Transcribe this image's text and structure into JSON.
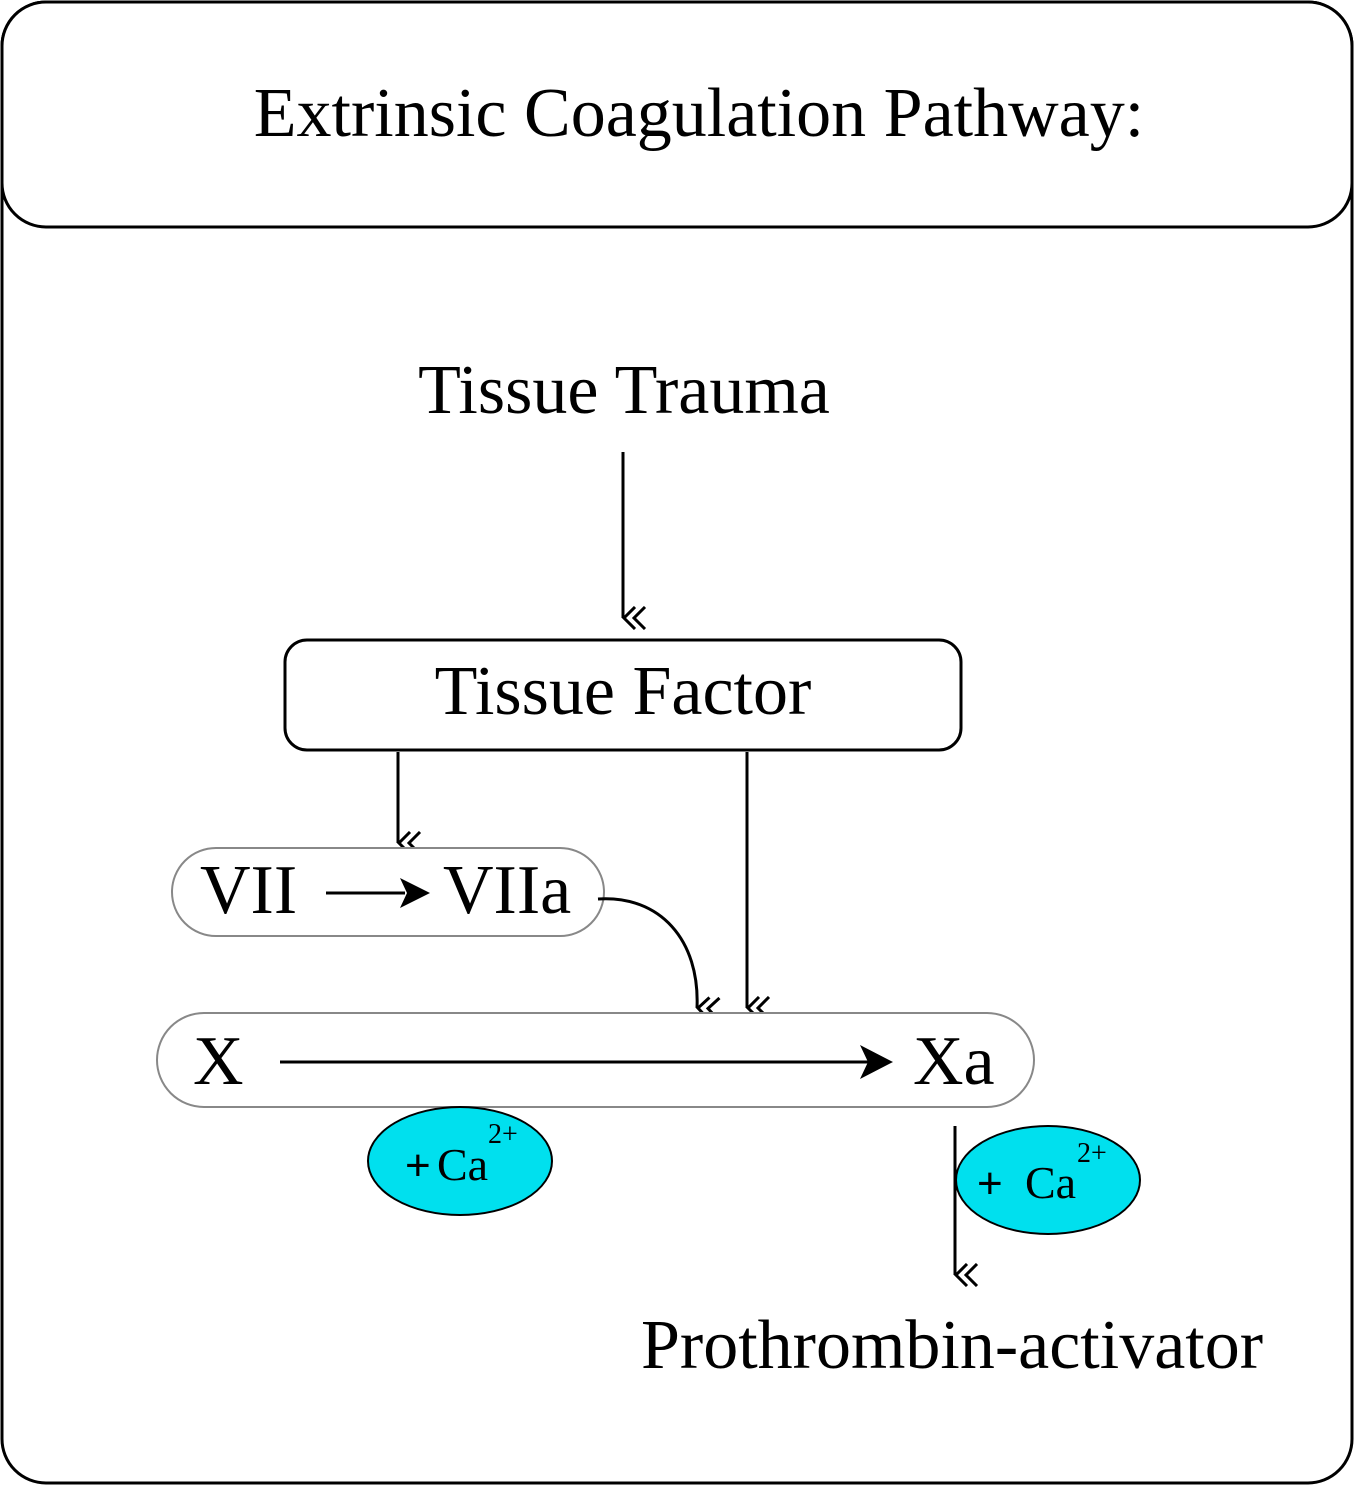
{
  "title": "Extrinsic Coagulation Pathway:",
  "nodes": {
    "tissue_trauma": "Tissue Trauma",
    "tissue_factor": "Tissue Factor",
    "vii": "VII",
    "viia": "VIIa",
    "x": "X",
    "xa": "Xa",
    "prothrombin_activator": "Prothrombin-activator"
  },
  "cofactors": [
    {
      "plus": "+",
      "ion": "Ca",
      "charge": "2+"
    },
    {
      "plus": "+",
      "ion": "Ca",
      "charge": "2+"
    }
  ],
  "colors": {
    "stroke": "#000000",
    "cofactor_fill": "#00e0ee",
    "pill_stroke": "#888888",
    "background": "#ffffff"
  }
}
